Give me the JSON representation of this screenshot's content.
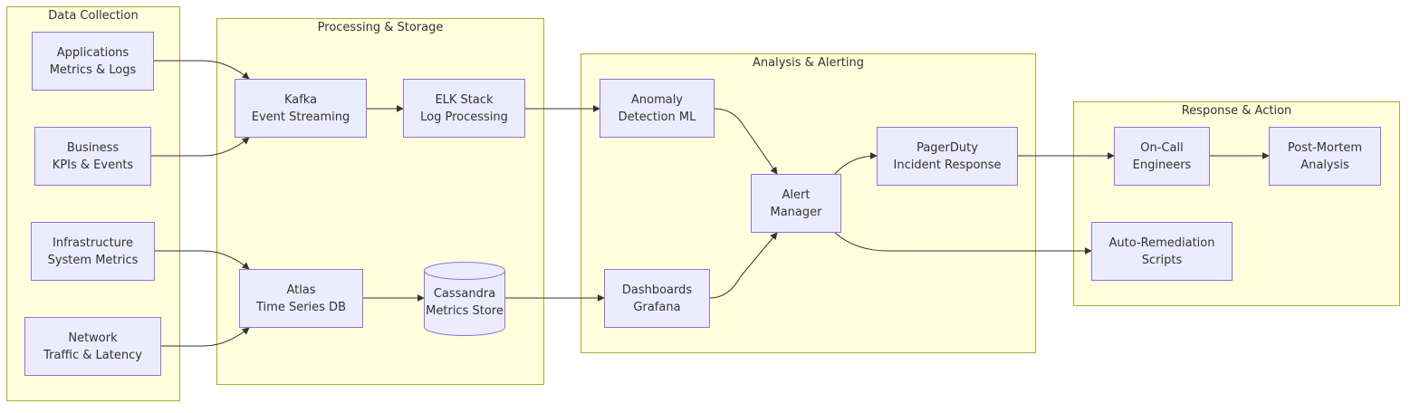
{
  "colors": {
    "cluster_fill": "#ffffde",
    "cluster_stroke": "#aaaa33",
    "node_fill": "#ececff",
    "node_stroke": "#9370db",
    "edge": "#333333",
    "text": "#333333"
  },
  "clusters": {
    "data_collection": "Data Collection",
    "processing_storage": "Processing & Storage",
    "analysis_alerting": "Analysis & Alerting",
    "response_action": "Response & Action"
  },
  "nodes": {
    "applications": {
      "line1": "Applications",
      "line2": "Metrics & Logs"
    },
    "business": {
      "line1": "Business",
      "line2": "KPIs & Events"
    },
    "infrastructure": {
      "line1": "Infrastructure",
      "line2": "System Metrics"
    },
    "network": {
      "line1": "Network",
      "line2": "Traffic & Latency"
    },
    "kafka": {
      "line1": "Kafka",
      "line2": "Event Streaming"
    },
    "elk": {
      "line1": "ELK Stack",
      "line2": "Log Processing"
    },
    "atlas": {
      "line1": "Atlas",
      "line2": "Time Series DB"
    },
    "cassandra": {
      "line1": "Cassandra",
      "line2": "Metrics Store",
      "shape": "cylinder"
    },
    "anomaly": {
      "line1": "Anomaly",
      "line2": "Detection ML"
    },
    "dashboards": {
      "line1": "Dashboards",
      "line2": "Grafana"
    },
    "alert_manager": {
      "line1": "Alert",
      "line2": "Manager"
    },
    "pagerduty": {
      "line1": "PagerDuty",
      "line2": "Incident Response"
    },
    "oncall": {
      "line1": "On-Call",
      "line2": "Engineers"
    },
    "postmortem": {
      "line1": "Post-Mortem",
      "line2": "Analysis"
    },
    "autoremediation": {
      "line1": "Auto-Remediation",
      "line2": "Scripts"
    }
  },
  "edges": [
    {
      "from": "applications",
      "to": "kafka"
    },
    {
      "from": "business",
      "to": "kafka"
    },
    {
      "from": "infrastructure",
      "to": "atlas"
    },
    {
      "from": "network",
      "to": "atlas"
    },
    {
      "from": "kafka",
      "to": "elk"
    },
    {
      "from": "elk",
      "to": "anomaly"
    },
    {
      "from": "atlas",
      "to": "cassandra"
    },
    {
      "from": "cassandra",
      "to": "dashboards"
    },
    {
      "from": "anomaly",
      "to": "alert_manager"
    },
    {
      "from": "dashboards",
      "to": "alert_manager"
    },
    {
      "from": "alert_manager",
      "to": "pagerduty"
    },
    {
      "from": "alert_manager",
      "to": "autoremediation"
    },
    {
      "from": "pagerduty",
      "to": "oncall"
    },
    {
      "from": "oncall",
      "to": "postmortem"
    }
  ]
}
